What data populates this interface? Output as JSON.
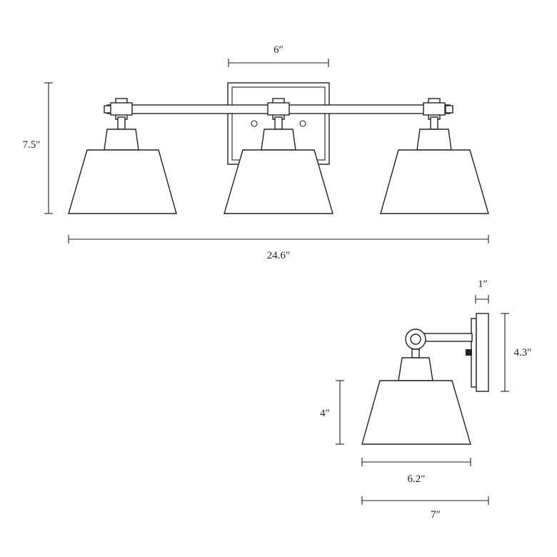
{
  "dimensions": {
    "backplate_width": "6″",
    "overall_height": "7.5″",
    "overall_width": "24.6″",
    "backplate_depth": "1″",
    "side_height": "4.3″",
    "shade_height": "4″",
    "shade_width": "6.2″",
    "extension": "7″"
  }
}
